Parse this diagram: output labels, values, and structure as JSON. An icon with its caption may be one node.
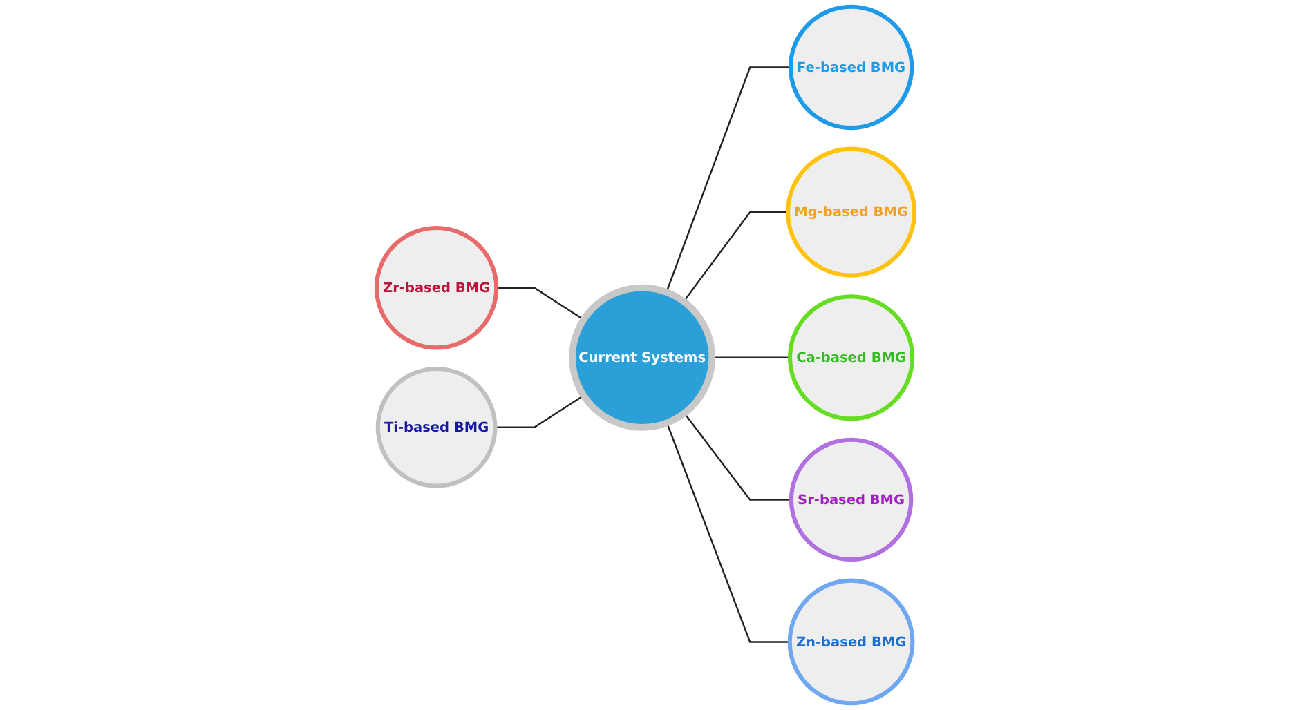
{
  "diagram": {
    "nodes": [
      {
        "text": [
          "Current Systems"
        ]
      },
      {
        "text": [
          "Fe-based BMG"
        ]
      },
      {
        "text": [
          "Mg-based BMG"
        ]
      },
      {
        "text": [
          "Ca-based BMG"
        ]
      },
      {
        "text": [
          "Zr-based BMG"
        ]
      },
      {
        "text": [
          "Sr-based BMG"
        ]
      },
      {
        "text": [
          "Ti-based BMG"
        ]
      },
      {
        "text": [
          "Zn-based BMG"
        ]
      }
    ],
    "edges": [
      {
        "from": 0,
        "to": 1,
        "arrow": "none"
      },
      {
        "from": 0,
        "to": 2,
        "arrow": "none"
      },
      {
        "from": 0,
        "to": 3,
        "arrow": "none"
      },
      {
        "from": 4,
        "to": 0,
        "arrow": "none"
      },
      {
        "from": 0,
        "to": 5,
        "arrow": "none"
      },
      {
        "from": 6,
        "to": 0,
        "arrow": "none"
      },
      {
        "from": 0,
        "to": 7,
        "arrow": "none"
      }
    ]
  }
}
